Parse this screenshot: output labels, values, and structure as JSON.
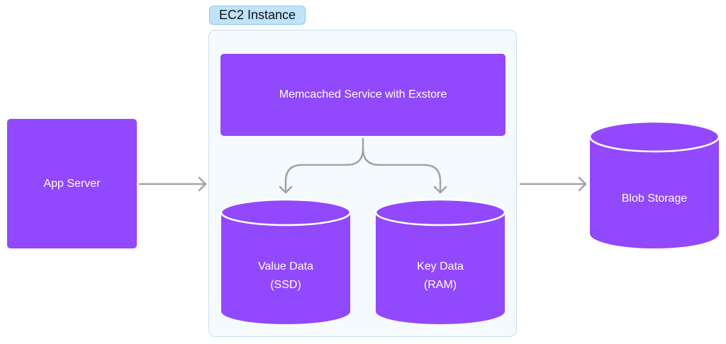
{
  "ec2_label": "EC2 Instance",
  "app_server": "App Server",
  "memcached": "Memcached Service with Exstore",
  "value_data": [
    "Value Data",
    "(SSD)"
  ],
  "key_data": [
    "Key Data",
    "(RAM)"
  ],
  "blob_storage": "Blob Storage",
  "colors": {
    "node_fill": "#9248fc",
    "arrow": "#a3a3a3",
    "container_fill": "#f4fafe",
    "container_border": "#c4def0",
    "label_fill": "#bfe3fb"
  }
}
